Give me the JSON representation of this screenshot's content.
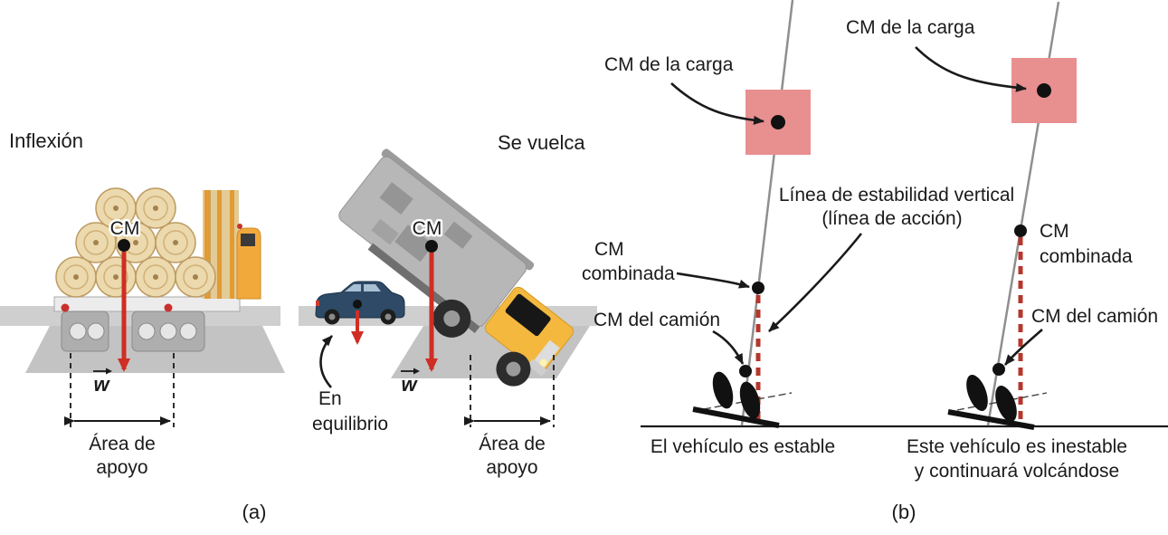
{
  "panel_a": {
    "inflexion_label": "Inflexión",
    "se_vuelca_label": "Se vuelca",
    "caption": "(a)",
    "truck1": {
      "cm_label": "CM",
      "weight_label": "w",
      "area_line1": "Área de",
      "area_line2": "apoyo"
    },
    "truck2": {
      "cm_label": "CM",
      "weight_label": "w",
      "area_line1": "Área de",
      "area_line2": "apoyo"
    },
    "car": {
      "line1": "En",
      "line2": "equilibrio"
    }
  },
  "panel_b": {
    "caption": "(b)",
    "stability_line_label1": "Línea de estabilidad vertical",
    "stability_line_label2": "(línea de acción)",
    "left": {
      "load_cm_label": "CM de la carga",
      "combined_cm_line1": "CM",
      "combined_cm_line2": "combinada",
      "truck_cm_label": "CM del camión",
      "caption": "El vehículo es estable"
    },
    "right": {
      "load_cm_label": "CM de la carga",
      "combined_cm_line1": "CM",
      "combined_cm_line2": "combinada",
      "truck_cm_label": "CM del camión",
      "caption_line1": "Este vehículo es inestable",
      "caption_line2": "y continuará volcándose"
    }
  },
  "colors": {
    "weight_arrow": "#cf2e24",
    "stability_line": "#b5372c",
    "load_square": "#e88f90",
    "tilt_line": "#8f8f8f"
  }
}
